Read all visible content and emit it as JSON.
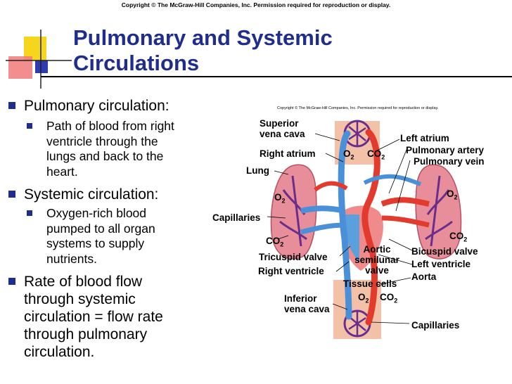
{
  "copyright": "Copyright © The McGraw-Hill Companies, Inc. Permission required for reproduction or display.",
  "title_line1": "Pulmonary and Systemic",
  "title_line2": "Circulations",
  "accent_color": "#1f2d8e",
  "bullets": {
    "b1": "Pulmonary circulation:",
    "b1_sub": [
      "Path of blood from right",
      "ventricle through the",
      "lungs and back to the",
      "heart."
    ],
    "b2": "Systemic circulation:",
    "b2_sub": [
      "Oxygen-rich blood",
      "pumped to all organ",
      "systems to supply",
      "nutrients."
    ],
    "b3": [
      "Rate of blood flow",
      "through systemic",
      "circulation = flow rate",
      "through pulmonary",
      "circulation."
    ]
  },
  "figure": {
    "copyright": "Copyright © The McGraw-Hill Companies, Inc. Permission required for reproduction or display.",
    "labels": {
      "superior_vena_cava_1": "Superior",
      "superior_vena_cava_2": "vena cava",
      "right_atrium": "Right atrium",
      "lung": "Lung",
      "capillaries_left": "Capillaries",
      "tricuspid_valve": "Tricuspid valve",
      "right_ventricle": "Right ventricle",
      "inferior_vena_cava_1": "Inferior",
      "inferior_vena_cava_2": "vena cava",
      "left_atrium": "Left atrium",
      "pulmonary_artery": "Pulmonary artery",
      "pulmonary_vein": "Pulmonary vein",
      "bicuspid_valve": "Bicuspid valve",
      "left_ventricle": "Left ventricle",
      "aorta": "Aorta",
      "aortic_1": "Aortic",
      "aortic_2": "semilunar",
      "aortic_3": "valve",
      "tissue_cells": "Tissue cells",
      "capillaries_bottom": "Capillaries",
      "o2": "O",
      "co2": "CO",
      "sub2": "2"
    }
  }
}
